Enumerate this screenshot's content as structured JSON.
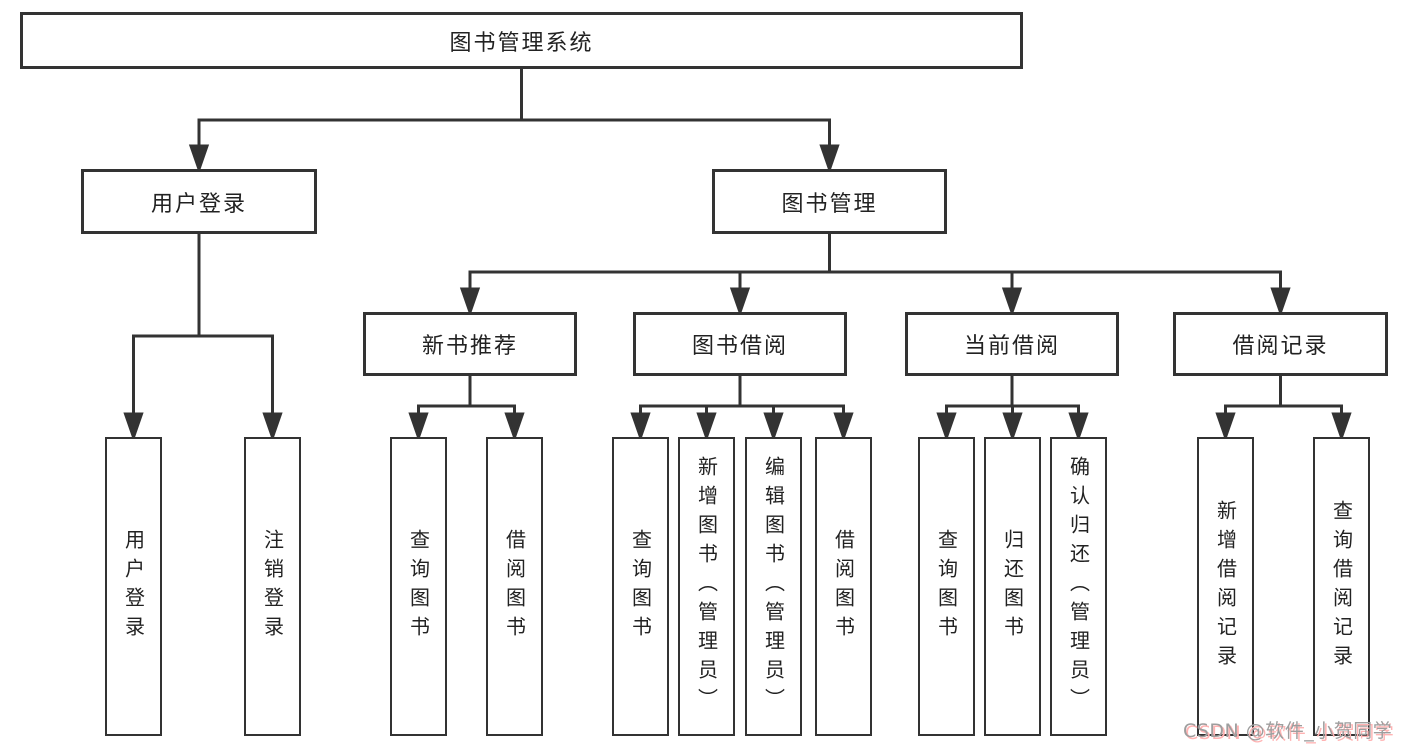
{
  "tree": {
    "root": "图书管理系统",
    "level2": [
      "用户登录",
      "图书管理"
    ],
    "level3": [
      "新书推荐",
      "图书借阅",
      "当前借阅",
      "借阅记录"
    ],
    "leaves": {
      "login": [
        "用户登录",
        "注销登录"
      ],
      "recommend": [
        "查询图书",
        "借阅图书"
      ],
      "borrow": [
        "查询图书",
        "新增图书（管理员）",
        "编辑图书（管理员）",
        "借阅图书"
      ],
      "current": [
        "查询图书",
        "归还图书",
        "确认归还（管理员）"
      ],
      "records": [
        "新增借阅记录",
        "查询借阅记录"
      ]
    }
  },
  "colors": {
    "line": "#333333",
    "text": "#222222",
    "watermark_gray": "#9e9e9e",
    "watermark_pink": "#ffb3b3"
  },
  "watermark": "CSDN @软件_小贺同学"
}
